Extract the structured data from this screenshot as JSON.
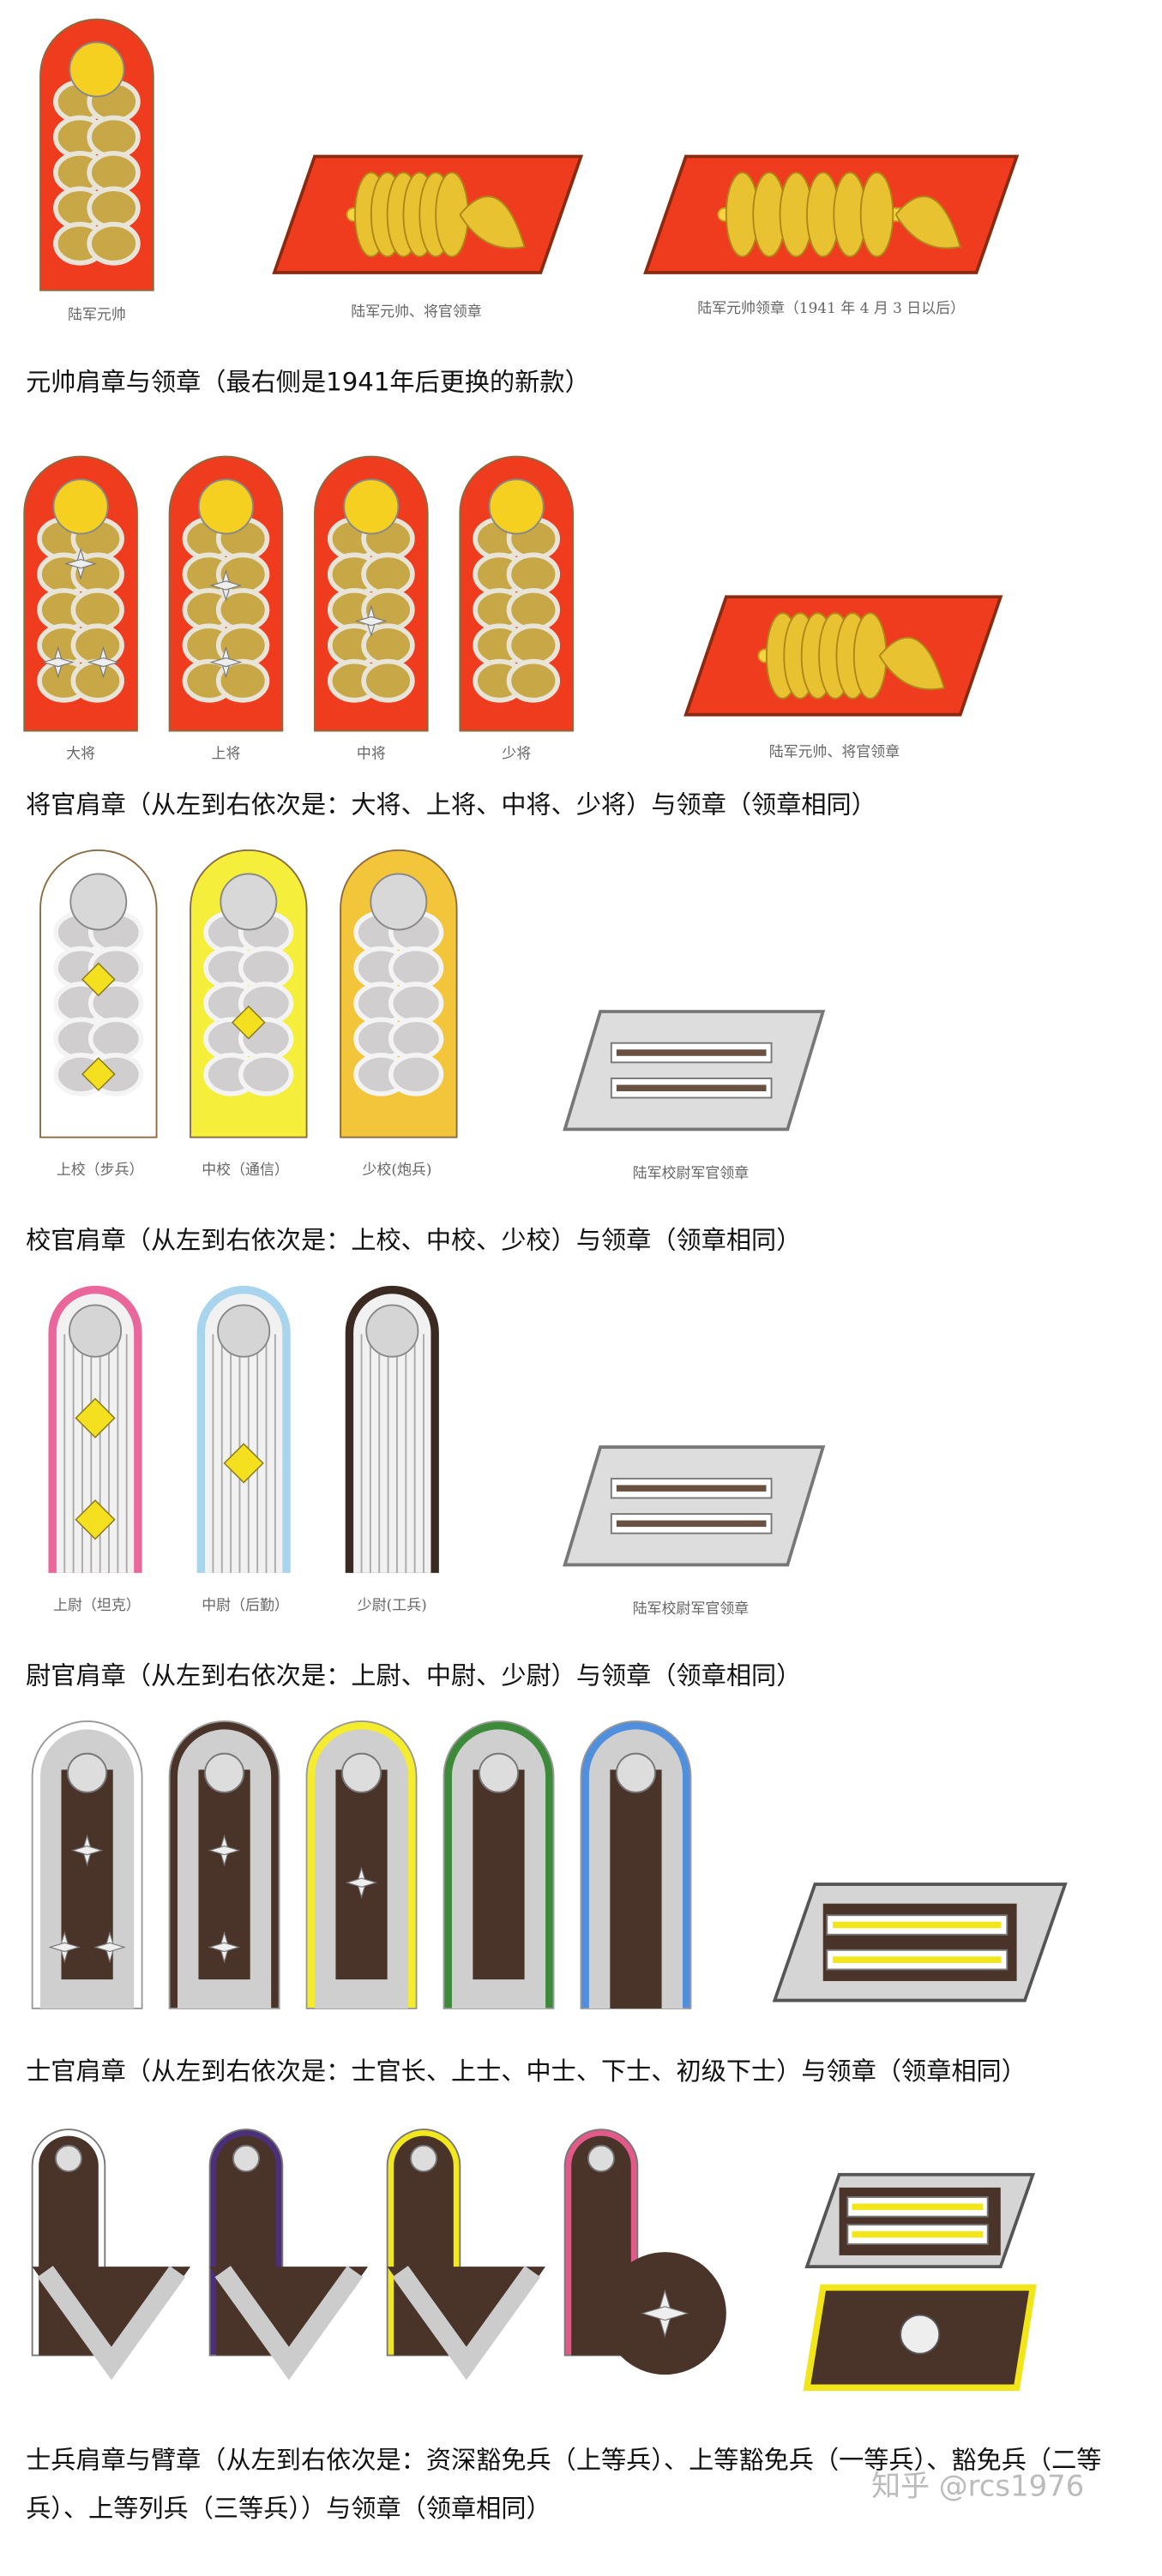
{
  "sections": [
    {
      "caption": "元帅肩章与领章（最右侧是1941年后更换的新款）",
      "straps": [
        {
          "label": "陆军元帅",
          "style": "marshal",
          "pips": 0
        }
      ],
      "collars": [
        {
          "label": "陆军元帅、将官领章",
          "style": "general"
        },
        {
          "label": "陆军元帅领章（1941 年 4 月 3 日以后）",
          "style": "general-long"
        }
      ]
    },
    {
      "caption": "将官肩章（从左到右依次是：大将、上将、中将、少将）与领章（领章相同）",
      "straps": [
        {
          "label": "大将",
          "style": "general",
          "pips": 3
        },
        {
          "label": "上将",
          "style": "general",
          "pips": 2
        },
        {
          "label": "中将",
          "style": "general",
          "pips": 1
        },
        {
          "label": "少将",
          "style": "general",
          "pips": 0
        }
      ],
      "collars": [
        {
          "label": "陆军元帅、将官领章",
          "style": "general"
        }
      ]
    },
    {
      "caption": "校官肩章（从左到右依次是：上校、中校、少校）与领章（领章相同）",
      "straps": [
        {
          "label": "上校（步兵）",
          "style": "field",
          "border": "#ffffff",
          "pips": 2
        },
        {
          "label": "中校（通信）",
          "style": "field",
          "border": "#f5ee3a",
          "pips": 1
        },
        {
          "label": "少校(炮兵)",
          "style": "field",
          "border": "#f2c53a",
          "pips": 0
        }
      ],
      "collars": [
        {
          "label": "陆军校尉军官领章",
          "style": "officer"
        }
      ]
    },
    {
      "caption": "尉官肩章（从左到右依次是：上尉、中尉、少尉）与领章（领章相同）",
      "straps": [
        {
          "label": "上尉（坦克）",
          "style": "company",
          "border": "#e9679a",
          "pips": 2
        },
        {
          "label": "中尉（后勤）",
          "style": "company",
          "border": "#a9d4ee",
          "pips": 1
        },
        {
          "label": "少尉(工兵)",
          "style": "company",
          "border": "#3a2a22",
          "pips": 0
        }
      ],
      "collars": [
        {
          "label": "陆军校尉军官领章",
          "style": "officer"
        }
      ]
    },
    {
      "caption": "士官肩章（从左到右依次是：士官长、上士、中士、下士、初级下士）与领章（领章相同）",
      "straps": [
        {
          "style": "nco",
          "border": "#ffffff",
          "pips": 3
        },
        {
          "style": "nco",
          "border": "#4a3328",
          "pips": 2
        },
        {
          "style": "nco",
          "border": "#f4ec2c",
          "pips": 1
        },
        {
          "style": "nco",
          "border": "#3c8a3a",
          "pips": 0
        },
        {
          "style": "nco",
          "border": "#4f8fde",
          "pips": 0,
          "open": true
        }
      ],
      "collars": [
        {
          "style": "nco"
        }
      ]
    },
    {
      "caption": "士兵肩章与臂章（从左到右依次是：资深豁免兵（上等兵）、上等豁免兵（一等兵）、豁免兵（二等兵）、上等列兵（三等兵））与领章（领章相同）",
      "straps": [
        {
          "style": "enlisted",
          "border": "#ffffff",
          "badge": "chevron"
        },
        {
          "style": "enlisted",
          "border": "#4b2f78",
          "badge": "chevron"
        },
        {
          "style": "enlisted",
          "border": "#f2e81e",
          "badge": "chevron"
        },
        {
          "style": "enlisted",
          "border": "#e35a8a",
          "badge": "star-disc"
        }
      ],
      "collars": [
        {
          "style": "nco"
        },
        {
          "style": "skull-patch"
        }
      ]
    }
  ],
  "watermark": "知乎 @rcs1976",
  "colors": {
    "red": "#f03c1e",
    "gold": "#c7a746",
    "silver": "#c9c6c6",
    "brown": "#4a3328"
  }
}
